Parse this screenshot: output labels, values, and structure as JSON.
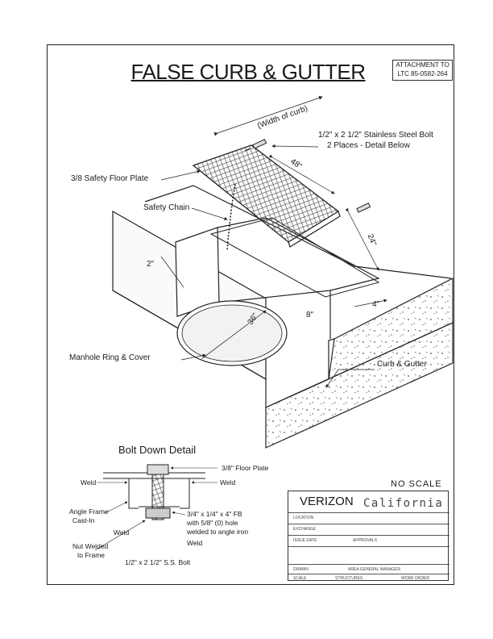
{
  "title": "FALSE CURB & GUTTER",
  "attachment": [
    "ATTACHMENT TO",
    "LTC 85-0582-264"
  ],
  "labels": {
    "width_of_curb": "(Width of curb)",
    "bolt_note_1": "1/2\" x 2 1/2\" Stainless Steel Bolt",
    "bolt_note_2": "2 Places - Detail Below",
    "dim_48": "48\"",
    "floor_plate": "3/8  Safety Floor Plate",
    "safety_chain": "Safety Chain",
    "dim_24": "24\"",
    "dim_2": "2\"",
    "dim_36": "36\"",
    "dim_8": "8\"",
    "dim_4": "4\"",
    "manhole": "Manhole Ring & Cover",
    "curb_gutter": "Curb & Gutter"
  },
  "detail": {
    "title": "Bolt Down Detail",
    "floor_plate": "3/8\" Floor Plate",
    "weld_left": "Weld",
    "weld_right": "Weld",
    "angle_frame_1": "Angle Frame",
    "angle_frame_2": "Cast-In",
    "fb_1": "3/4\" x 1/4\" x 4\" FB",
    "fb_2": "with 5/8\" (0) hole",
    "fb_3": "welded to angle iron",
    "weld_bottom_left": "Weld",
    "weld_bottom_right": "Weld",
    "nut_1": "Nut Welded",
    "nut_2": "to Frame",
    "bolt": "1/2\" x 2 1/2\" S.S. Bolt"
  },
  "no_scale": "NO SCALE",
  "title_block": {
    "company": "VERIZON",
    "region": "California",
    "row_labels": [
      "LOCATION",
      "EXCHANGE",
      "ISSUE DATE",
      "",
      "DRAWN",
      "SCALE"
    ],
    "approvals": "APPROVALS",
    "title_text": "AREA GENERAL MANAGER",
    "footer": [
      "STRUCTURES",
      "WORK ORDER"
    ]
  }
}
